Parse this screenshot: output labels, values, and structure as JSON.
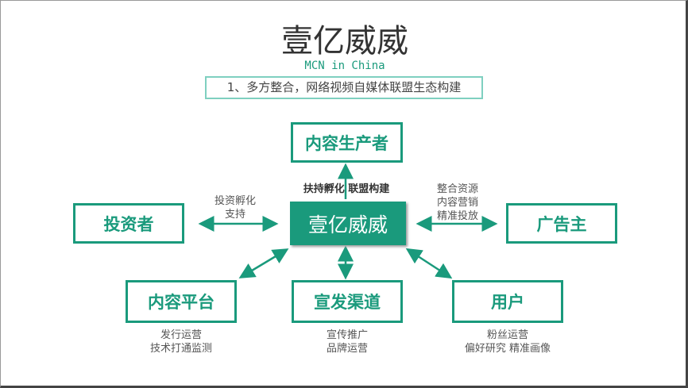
{
  "title": "壹亿威威",
  "subtitle": "MCN in China",
  "tagline": "1、多方整合，网络视频自媒体联盟生态构建",
  "center": "壹亿威威",
  "nodes": {
    "producer": "内容生产者",
    "investor": "投资者",
    "advertiser": "广告主",
    "platform": "内容平台",
    "channel": "宣发渠道",
    "user": "用户"
  },
  "labels": {
    "top": "扶持孵化 联盟构建",
    "investor": [
      "投资孵化",
      "支持"
    ],
    "advertiser": [
      "整合资源",
      "内容营销",
      "精准投放"
    ],
    "platform": [
      "发行运营",
      "技术打通监测"
    ],
    "channel": [
      "宣传推广",
      "品牌运营"
    ],
    "user": [
      "粉丝运营",
      "偏好研究 精准画像"
    ]
  },
  "colors": {
    "accent": "#1a9a7c"
  }
}
